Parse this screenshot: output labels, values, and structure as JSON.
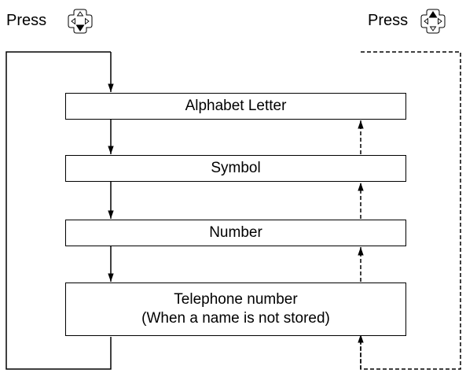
{
  "left_control": {
    "label": "Press",
    "icon": "dpad-down-pressed-icon"
  },
  "right_control": {
    "label": "Press",
    "icon": "dpad-up-pressed-icon"
  },
  "steps": [
    {
      "label": "Alphabet Letter"
    },
    {
      "label": "Symbol"
    },
    {
      "label": "Number"
    },
    {
      "label": "Telephone number",
      "sublabel": "(When a name is not stored)"
    }
  ]
}
